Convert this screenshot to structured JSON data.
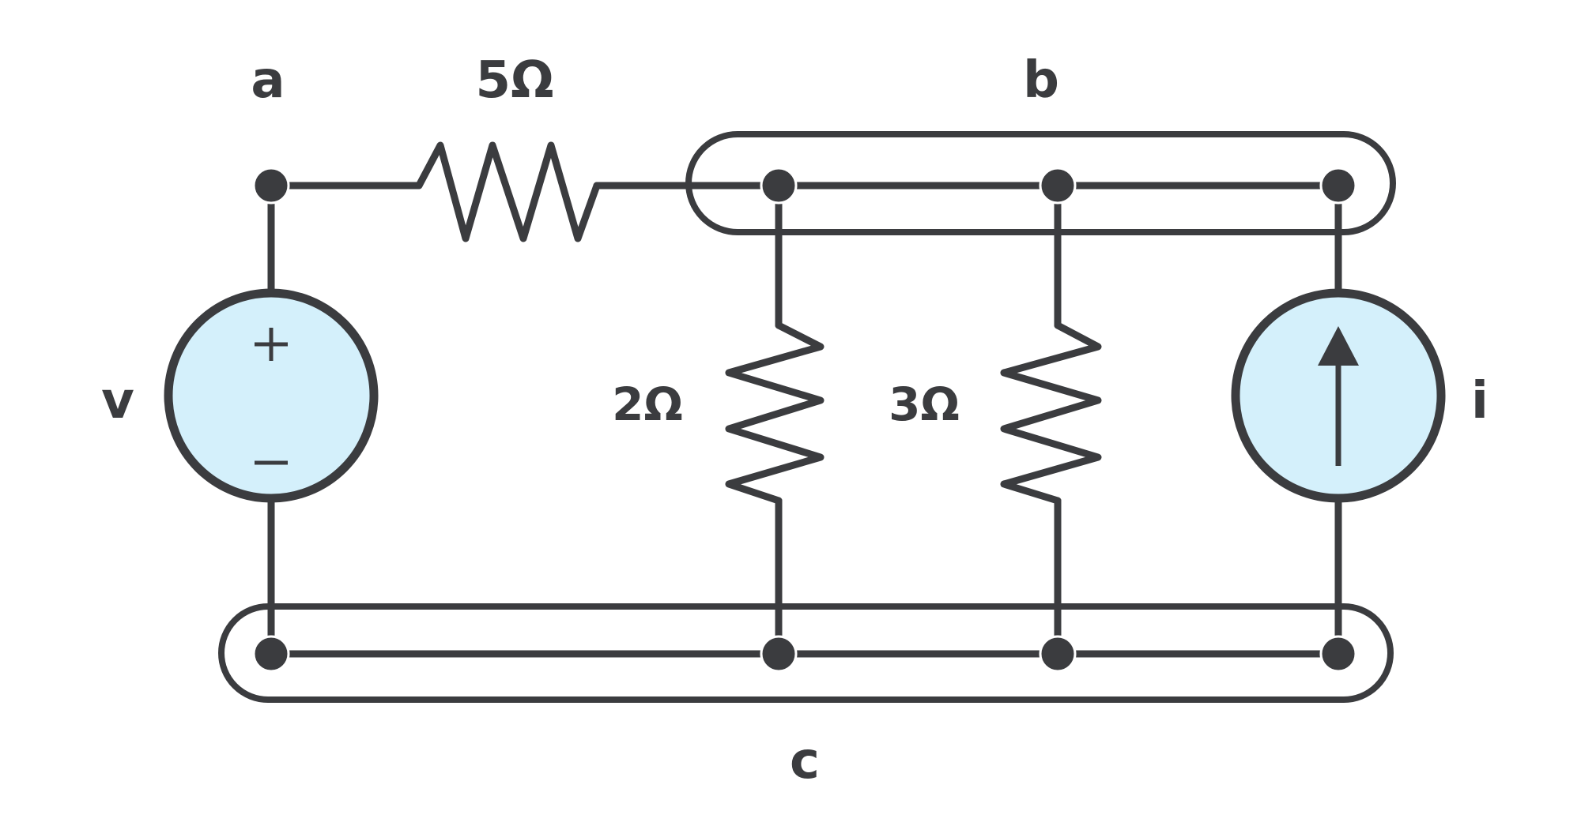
{
  "labels": {
    "node_a": "a",
    "node_b": "b",
    "node_c": "c",
    "r_top": "5Ω",
    "r_mid": "2Ω",
    "r_right": "3Ω",
    "voltage_source": "v",
    "current_source": "i",
    "plus": "+",
    "minus": "−"
  },
  "colors": {
    "line": "#3b3c3f",
    "source_fill": "#d4f0fb"
  }
}
